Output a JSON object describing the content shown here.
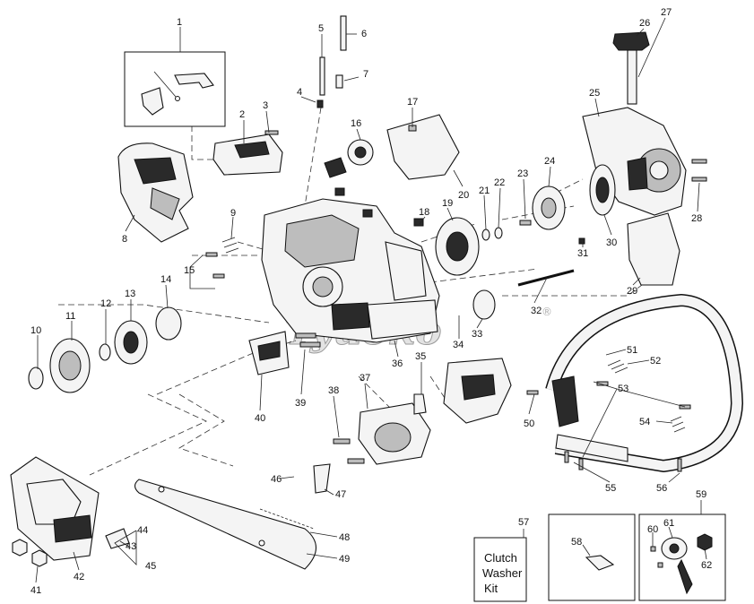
{
  "diagram": {
    "callouts": [
      "1",
      "2",
      "3",
      "4",
      "5",
      "6",
      "7",
      "8",
      "9",
      "10",
      "11",
      "12",
      "13",
      "14",
      "15",
      "16",
      "17",
      "18",
      "19",
      "20",
      "21",
      "22",
      "23",
      "24",
      "25",
      "26",
      "27",
      "28",
      "29",
      "30",
      "31",
      "32",
      "33",
      "34",
      "35",
      "36",
      "37",
      "38",
      "39",
      "40",
      "41",
      "42",
      "43",
      "44",
      "45",
      "46",
      "47",
      "48",
      "49",
      "50",
      "51",
      "52",
      "53",
      "54",
      "55",
      "56",
      "57",
      "58",
      "59",
      "60",
      "61",
      "62"
    ],
    "kit_box": {
      "line1": "Clutch",
      "line2": "Washer",
      "line3": "Kit"
    },
    "watermark": "Tyuoko",
    "watermark_mark": "®"
  }
}
